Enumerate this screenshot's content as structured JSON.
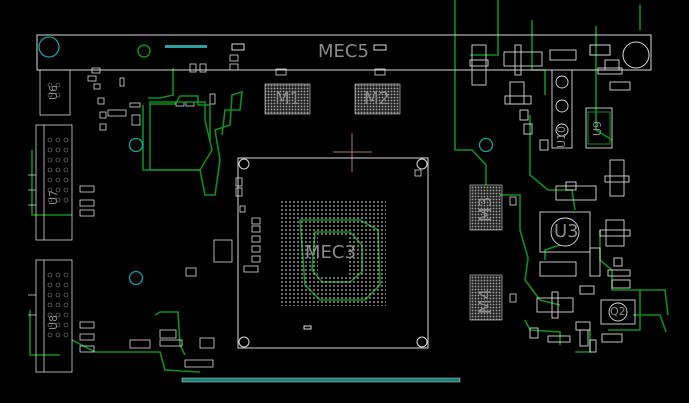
{
  "board": {
    "labels": {
      "mec5": "MEC5",
      "m1": "M1",
      "m2": "M2",
      "m3": "M3",
      "m4": "M4",
      "mec3": "MEC3",
      "u3": "U3",
      "u9": "U9",
      "u6": "U6",
      "u7": "U7",
      "q2": "Q2",
      "u10": "U10",
      "u8": "U8"
    },
    "colors": {
      "background": "#000000",
      "outline": "#d8d8d8",
      "trace": "#0b8f1f",
      "mount_hole": "#17a3a0",
      "crosshair": "#b07070",
      "label": "#8a8a8a",
      "bga_pad": "#bfbfbf"
    }
  }
}
